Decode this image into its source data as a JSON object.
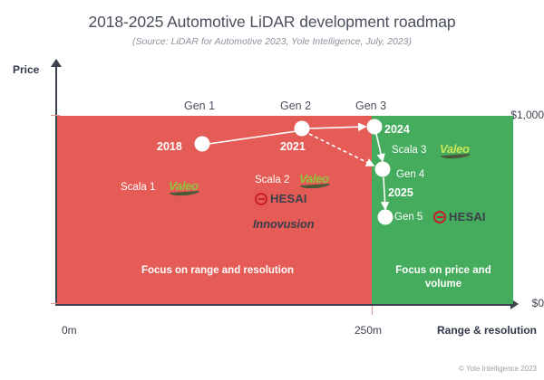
{
  "header": {
    "title": "2018-2025 Automotive LiDAR development roadmap",
    "subtitle": "(Source: LiDAR for Automotive 2023, Yole Intelligence, July, 2023)"
  },
  "axes": {
    "y_label": "Price",
    "y_ticks": [
      "$1,000",
      "$0"
    ],
    "x_label": "Range & resolution",
    "x_ticks": [
      "0m",
      "250m"
    ]
  },
  "regions": [
    {
      "name": "range-resolution",
      "caption": "Focus on range and resolution",
      "color": "#e55b55"
    },
    {
      "name": "price-volume",
      "caption": "Focus on price and volume",
      "color": "#45ab5d"
    }
  ],
  "gen_headers": [
    "Gen 1",
    "Gen 2",
    "Gen 3"
  ],
  "labels": {
    "year_2018": "2018",
    "year_2021": "2021",
    "year_2024": "2024",
    "year_2025": "2025",
    "gen4": "Gen 4",
    "gen5": "Gen 5",
    "scala1": "Scala 1",
    "scala2": "Scala 2",
    "scala3": "Scala 3"
  },
  "logos": {
    "valeo": "Valeo",
    "hesai": "HESAI",
    "innovusion": "Innovusion"
  },
  "credit": "© Yole Intelligence 2023",
  "chart_data": {
    "type": "scatter",
    "title": "2018-2025 Automotive LiDAR development roadmap",
    "subtitle": "(Source: LiDAR for Automotive 2023, Yole Intelligence, July, 2023)",
    "xlabel": "Range & resolution",
    "ylabel": "Price",
    "xticks": [
      "0m",
      "250m"
    ],
    "yticks": [
      "$0",
      "$1,000"
    ],
    "grid": false,
    "legend": "none",
    "points": [
      {
        "id": "gen1",
        "generation": "Gen 1",
        "year": "2018",
        "product": "Scala 1",
        "vendors": [
          "Valeo"
        ],
        "x_m": 120,
        "price_usd": 880,
        "region": "range-resolution"
      },
      {
        "id": "gen2",
        "generation": "Gen 2",
        "year": "2021",
        "product": "Scala 2",
        "vendors": [
          "Valeo",
          "HESAI",
          "Innovusion"
        ],
        "x_m": 205,
        "price_usd": 1000,
        "region": "range-resolution"
      },
      {
        "id": "gen3",
        "generation": "Gen 3",
        "year": "2024",
        "product": "Scala 3",
        "vendors": [
          "Valeo"
        ],
        "x_m": 250,
        "price_usd": 1010,
        "region": "price-volume"
      },
      {
        "id": "gen4",
        "generation": "Gen 4",
        "year": "2025",
        "product": "",
        "vendors": [],
        "x_m": 255,
        "price_usd": 740,
        "region": "price-volume"
      },
      {
        "id": "gen5",
        "generation": "Gen 5",
        "year": "",
        "product": "",
        "vendors": [
          "HESAI"
        ],
        "x_m": 257,
        "price_usd": 490,
        "region": "price-volume"
      }
    ],
    "connections": [
      {
        "from": "gen1",
        "to": "gen2",
        "style": "solid"
      },
      {
        "from": "gen2",
        "to": "gen3",
        "style": "solid"
      },
      {
        "from": "gen2",
        "to": "gen4",
        "style": "dashed"
      },
      {
        "from": "gen3",
        "to": "gen4",
        "style": "solid"
      },
      {
        "from": "gen4",
        "to": "gen5",
        "style": "solid"
      }
    ],
    "regions": [
      {
        "label": "Focus on range and resolution",
        "x_range": [
          "0m",
          "250m"
        ],
        "color": "#e55b55"
      },
      {
        "label": "Focus on price and volume",
        "x_range": [
          "250m",
          "+"
        ],
        "color": "#45ab5d"
      }
    ]
  }
}
